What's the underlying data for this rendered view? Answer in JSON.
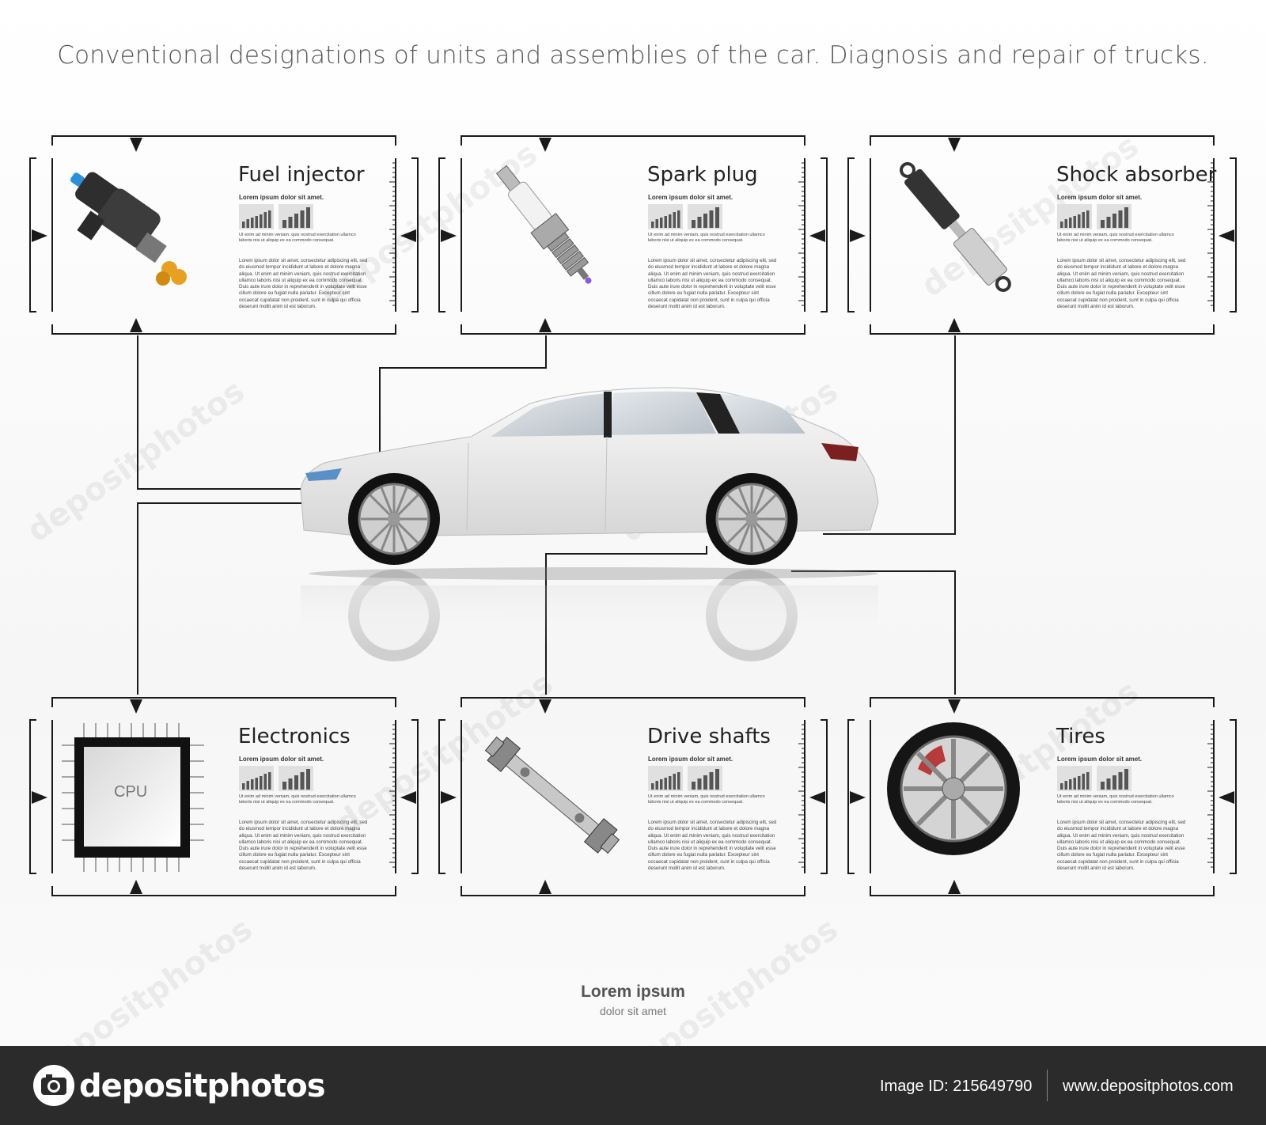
{
  "title": "Conventional designations of units and assemblies of the car. Diagnosis and repair of trucks.",
  "panels": [
    {
      "label": "Fuel injector",
      "sub": "Lorem ipsum dolor sit amet.",
      "small": "Ut enim ad minim veniam, quis nostrud exercitation ullamco laboris nisi ut aliquip ex ea commodo consequat.",
      "body": "Lorem ipsum dolor sit amet, consectetur adipiscing elit, sed do eiusmod tempor incididunt ut labore et dolore magna aliqua. Ut enim ad minim veniam, quis nostrud exercitation ullamco laboris nisi ut aliquip ex ea commodo consequat. Duis aute irure dolor in reprehenderit in voluptate velit esse cillum dolore eu fugiat nulla pariatur. Excepteur sint occaecat cupidatat non proident, sunt in culpa qui officia deserunt mollit anim id est laborum."
    },
    {
      "label": "Spark plug",
      "sub": "Lorem ipsum dolor sit amet.",
      "small": "Ut enim ad minim veniam, quis nostrud exercitation ullamco laboris nisi ut aliquip ex ea commodo consequat.",
      "body": "Lorem ipsum dolor sit amet, consectetur adipiscing elit, sed do eiusmod tempor incididunt ut labore et dolore magna aliqua. Ut enim ad minim veniam, quis nostrud exercitation ullamco laboris nisi ut aliquip ex ea commodo consequat. Duis aute irure dolor in reprehenderit in voluptate velit esse cillum dolore eu fugiat nulla pariatur. Excepteur sint occaecat cupidatat non proident, sunt in culpa qui officia deserunt mollit anim id est laborum."
    },
    {
      "label": "Shock absorber",
      "sub": "Lorem ipsum dolor sit amet.",
      "small": "Ut enim ad minim veniam, quis nostrud exercitation ullamco laboris nisi ut aliquip ex ea commodo consequat.",
      "body": "Lorem ipsum dolor sit amet, consectetur adipiscing elit, sed do eiusmod tempor incididunt ut labore et dolore magna aliqua. Ut enim ad minim veniam, quis nostrud exercitation ullamco laboris nisi ut aliquip ex ea commodo consequat. Duis aute irure dolor in reprehenderit in voluptate velit esse cillum dolore eu fugiat nulla pariatur. Excepteur sint occaecat cupidatat non proident, sunt in culpa qui officia deserunt mollit anim id est laborum."
    },
    {
      "label": "Electronics",
      "sub": "Lorem ipsum dolor sit amet.",
      "small": "Ut enim ad minim veniam, quis nostrud exercitation ullamco laboris nisi ut aliquip ex ea commodo consequat.",
      "body": "Lorem ipsum dolor sit amet, consectetur adipiscing elit, sed do eiusmod tempor incididunt ut labore et dolore magna aliqua. Ut enim ad minim veniam, quis nostrud exercitation ullamco laboris nisi ut aliquip ex ea commodo consequat. Duis aute irure dolor in reprehenderit in voluptate velit esse cillum dolore eu fugiat nulla pariatur. Excepteur sint occaecat cupidatat non proident, sunt in culpa qui officia deserunt mollit anim id est laborum.",
      "chip_label": "CPU"
    },
    {
      "label": "Drive shafts",
      "sub": "Lorem ipsum dolor sit amet.",
      "small": "Ut enim ad minim veniam, quis nostrud exercitation ullamco laboris nisi ut aliquip ex ea commodo consequat.",
      "body": "Lorem ipsum dolor sit amet, consectetur adipiscing elit, sed do eiusmod tempor incididunt ut labore et dolore magna aliqua. Ut enim ad minim veniam, quis nostrud exercitation ullamco laboris nisi ut aliquip ex ea commodo consequat. Duis aute irure dolor in reprehenderit in voluptate velit esse cillum dolore eu fugiat nulla pariatur. Excepteur sint occaecat cupidatat non proident, sunt in culpa qui officia deserunt mollit anim id est laborum."
    },
    {
      "label": "Tires",
      "sub": "Lorem ipsum dolor sit amet.",
      "small": "Ut enim ad minim veniam, quis nostrud exercitation ullamco laboris nisi ut aliquip ex ea commodo consequat.",
      "body": "Lorem ipsum dolor sit amet, consectetur adipiscing elit, sed do eiusmod tempor incididunt ut labore et dolore magna aliqua. Ut enim ad minim veniam, quis nostrud exercitation ullamco laboris nisi ut aliquip ex ea commodo consequat. Duis aute irure dolor in reprehenderit in voluptate velit esse cillum dolore eu fugiat nulla pariatur. Excepteur sint occaecat cupidatat non proident, sunt in culpa qui officia deserunt mollit anim id est laborum."
    }
  ],
  "footer": {
    "title": "Lorem ipsum",
    "subtitle": "dolor sit amet"
  },
  "watermark": {
    "brand": "depositphotos",
    "image_id": "Image ID: 215649790",
    "site": "www.depositphotos.com"
  },
  "colors": {
    "frame": "#1a1a1a",
    "bar": "#2b2b2b",
    "bar_chart": "#555555",
    "brake": "#b83a3a",
    "injector_tip": "#e8a020",
    "injector_cap": "#2a90d8"
  }
}
